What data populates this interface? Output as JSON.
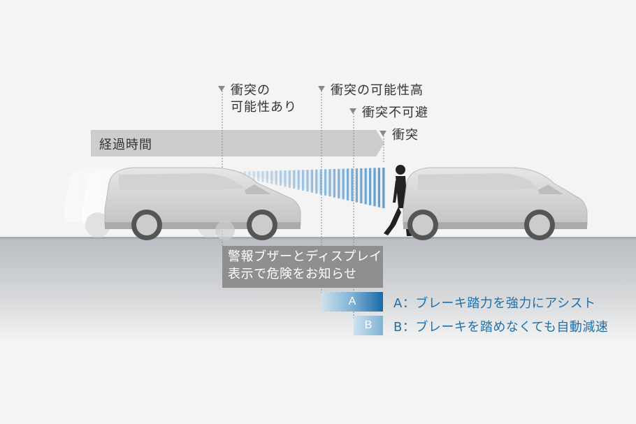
{
  "timeline": {
    "label": "経過時間"
  },
  "stages": [
    {
      "id": "possible",
      "lines": [
        "衝突の",
        "可能性あり"
      ]
    },
    {
      "id": "high",
      "lines": [
        "衝突の可能性高"
      ]
    },
    {
      "id": "unavoidable",
      "lines": [
        "衝突不可避"
      ]
    },
    {
      "id": "collision",
      "lines": [
        "衝突"
      ]
    }
  ],
  "warning": {
    "line1": "警報ブザーとディスプレイ",
    "line2": "表示で危険をお知らせ"
  },
  "levels": [
    {
      "tag": "A",
      "text": "A：ブレーキ踏力を強力にアシスト"
    },
    {
      "tag": "B",
      "text": "B：ブレーキを踏めなくても自動減速"
    }
  ],
  "colors": {
    "accent_blue": "#1f6fa8",
    "gray_box": "#8f8f8f",
    "timeline_bar": "#cdcdcd"
  }
}
